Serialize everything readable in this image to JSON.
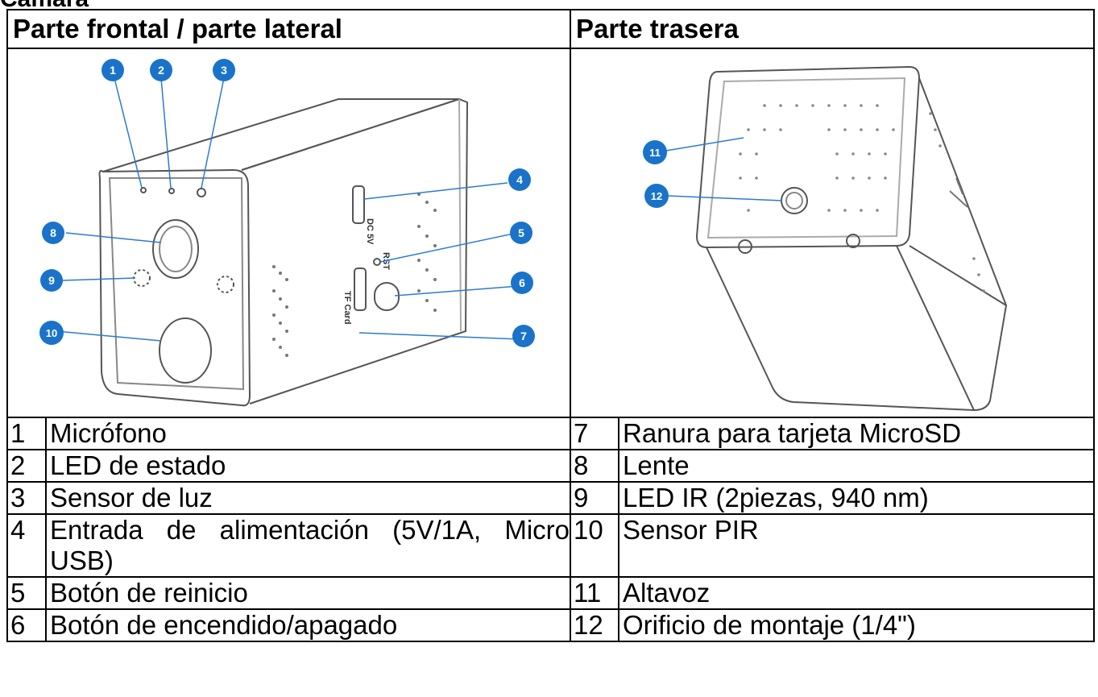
{
  "heading": "Cámara",
  "front_title": "Parte frontal / parte lateral",
  "back_title": "Parte trasera",
  "front_markers": [
    "1",
    "2",
    "3",
    "4",
    "5",
    "6",
    "7",
    "8",
    "9",
    "10"
  ],
  "back_markers": [
    "11",
    "12"
  ],
  "device_labels": {
    "dc": "DC 5V",
    "rst": "RST",
    "tf": "TF Card"
  },
  "marker_color": "#1a73c8",
  "rows": [
    {
      "n1": "1",
      "l1": "Micrófono",
      "n2": "7",
      "l2": "Ranura para tarjeta MicroSD"
    },
    {
      "n1": "2",
      "l1": "LED de estado",
      "n2": "8",
      "l2": "Lente"
    },
    {
      "n1": "3",
      "l1": "Sensor de luz",
      "n2": "9",
      "l2": "LED IR (2piezas, 940 nm)"
    },
    {
      "n1": "4",
      "l1": "Entrada de alimentación (5V/1A, Micro USB)",
      "n2": "10",
      "l2": "Sensor PIR"
    },
    {
      "n1": "5",
      "l1": "Botón de reinicio",
      "n2": "11",
      "l2": "Altavoz"
    },
    {
      "n1": "6",
      "l1": "Botón de encendido/apagado",
      "n2": "12",
      "l2": "Orificio de montaje (1/4\")"
    }
  ]
}
